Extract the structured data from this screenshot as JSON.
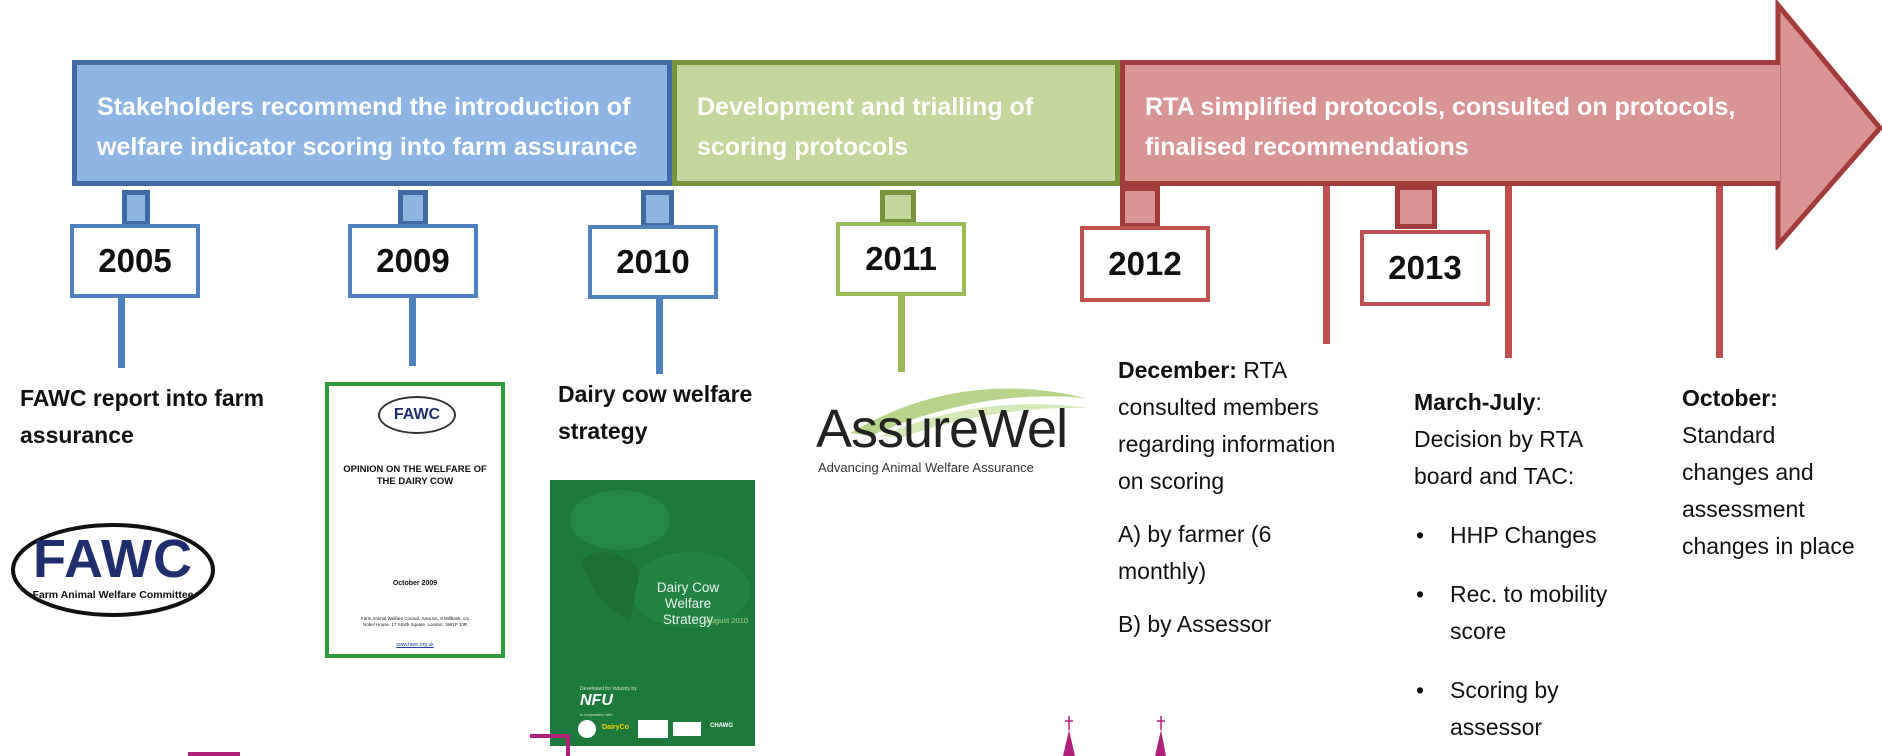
{
  "colors": {
    "blue_fill": "#8eb4e3",
    "blue_border": "#3f6aa3",
    "green_fill": "#c3d69b",
    "green_border": "#77933c",
    "red_fill": "#d99594",
    "red_border": "#a23b3b",
    "fawc_navy": "#1f2f6e",
    "strategy_green": "#1e7a3c"
  },
  "phases": [
    {
      "text": "Stakeholders recommend the introduction of welfare indicator scoring into farm assurance"
    },
    {
      "text": "Development and trialling of scoring protocols"
    },
    {
      "text": "RTA simplified protocols, consulted on protocols, finalised recommendations"
    }
  ],
  "years": [
    "2005",
    "2009",
    "2010",
    "2011",
    "2012",
    "2013"
  ],
  "events": {
    "e2005": "FAWC report into farm assurance",
    "e2010": "Dairy cow welfare strategy",
    "dec_label": "December:",
    "dec_text": " RTA consulted members regarding information on scoring",
    "dec_a": "A) by farmer (6 monthly)",
    "dec_b": "B) by Assessor",
    "mj_label": "March-July",
    "mj_text": ": Decision by RTA board and TAC:",
    "mj_items": [
      "HHP Changes",
      "Rec. to mobility score",
      "Scoring by assessor"
    ],
    "oct_label": "October:",
    "oct_text": "Standard changes and assessment changes  in place"
  },
  "logos": {
    "fawc_word": "FAWC",
    "fawc_subtitle": "Farm Animal Welfare Committee",
    "assurewel_word": "AssureWel",
    "assurewel_tagline": "Advancing Animal Welfare Assurance"
  },
  "fawc_doc": {
    "badge": "FAWC",
    "title": "OPINION ON THE WELFARE OF THE DAIRY COW",
    "date": "October 2009",
    "address": "Farm Animal Welfare Council, Area 5A, 9 Millbank, c/o Nobel House, 17 Smith Square, London, SW1P 3JR",
    "url": "www.fawc.org.uk"
  },
  "strategy_doc": {
    "title": "Dairy Cow Welfare Strategy",
    "date": "August 2010",
    "developed": "Developed for industry by",
    "nfu": "NFU",
    "partners": "in conjunction with",
    "dairyco": "DairyCo",
    "cawg": "CHAWG"
  }
}
